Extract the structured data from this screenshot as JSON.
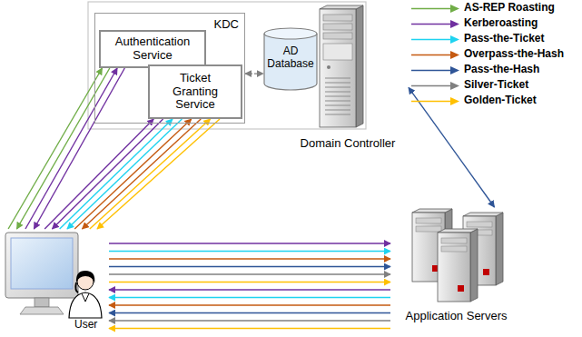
{
  "diagram": {
    "nodes": [
      {
        "text": [
          "KDC"
        ]
      },
      {
        "text": [
          "Authentication Service"
        ],
        "in": 0
      },
      {
        "text": [
          "Ticket Granting Service"
        ],
        "in": 0
      },
      {
        "text": [
          "AD Database"
        ]
      },
      {
        "text": [
          "Domain Controller"
        ]
      },
      {
        "text": [
          "User"
        ]
      },
      {
        "text": [
          "Application Servers"
        ]
      }
    ],
    "edges": [
      {
        "from": 0,
        "to": 3,
        "arrow": "both"
      },
      {
        "from": 5,
        "to": 1,
        "arrow": "to"
      },
      {
        "from": 1,
        "to": 5,
        "arrow": "to"
      },
      {
        "from": 5,
        "to": 1,
        "arrow": "to"
      },
      {
        "from": 1,
        "to": 5,
        "arrow": "to"
      },
      {
        "from": 5,
        "to": 2,
        "arrow": "to"
      },
      {
        "from": 2,
        "to": 5,
        "arrow": "to"
      },
      {
        "from": 5,
        "to": 2,
        "arrow": "to"
      },
      {
        "from": 2,
        "to": 5,
        "arrow": "to"
      },
      {
        "from": 5,
        "to": 2,
        "arrow": "to"
      },
      {
        "from": 2,
        "to": 5,
        "arrow": "to"
      },
      {
        "from": 5,
        "to": 2,
        "arrow": "to"
      },
      {
        "from": 2,
        "to": 5,
        "arrow": "to"
      },
      {
        "from": 4,
        "to": 6,
        "arrow": "both"
      },
      {
        "from": 5,
        "to": 6,
        "arrow": "to"
      },
      {
        "from": 5,
        "to": 6,
        "arrow": "to"
      },
      {
        "from": 5,
        "to": 6,
        "arrow": "to"
      },
      {
        "from": 5,
        "to": 6,
        "arrow": "to"
      },
      {
        "from": 5,
        "to": 6,
        "arrow": "to"
      },
      {
        "from": 5,
        "to": 6,
        "arrow": "to"
      },
      {
        "from": 6,
        "to": 5,
        "arrow": "to"
      },
      {
        "from": 6,
        "to": 5,
        "arrow": "to"
      },
      {
        "from": 6,
        "to": 5,
        "arrow": "to"
      },
      {
        "from": 6,
        "to": 5,
        "arrow": "to"
      },
      {
        "from": 6,
        "to": 5,
        "arrow": "to"
      },
      {
        "from": 6,
        "to": 5,
        "arrow": "to"
      }
    ],
    "legend": [
      {
        "text": "AS-REP Roasting",
        "color": "#70ad47"
      },
      {
        "text": "Kerberoasting",
        "color": "#7030a0"
      },
      {
        "text": "Pass-the-Ticket",
        "color": "#1fd3f0"
      },
      {
        "text": "Overpass-the-Hash",
        "color": "#c55a11"
      },
      {
        "text": "Pass-the-Hash",
        "color": "#2f5597"
      },
      {
        "text": "Silver-Ticket",
        "color": "#808080"
      },
      {
        "text": "Golden-Ticket",
        "color": "#ffc000"
      }
    ]
  }
}
